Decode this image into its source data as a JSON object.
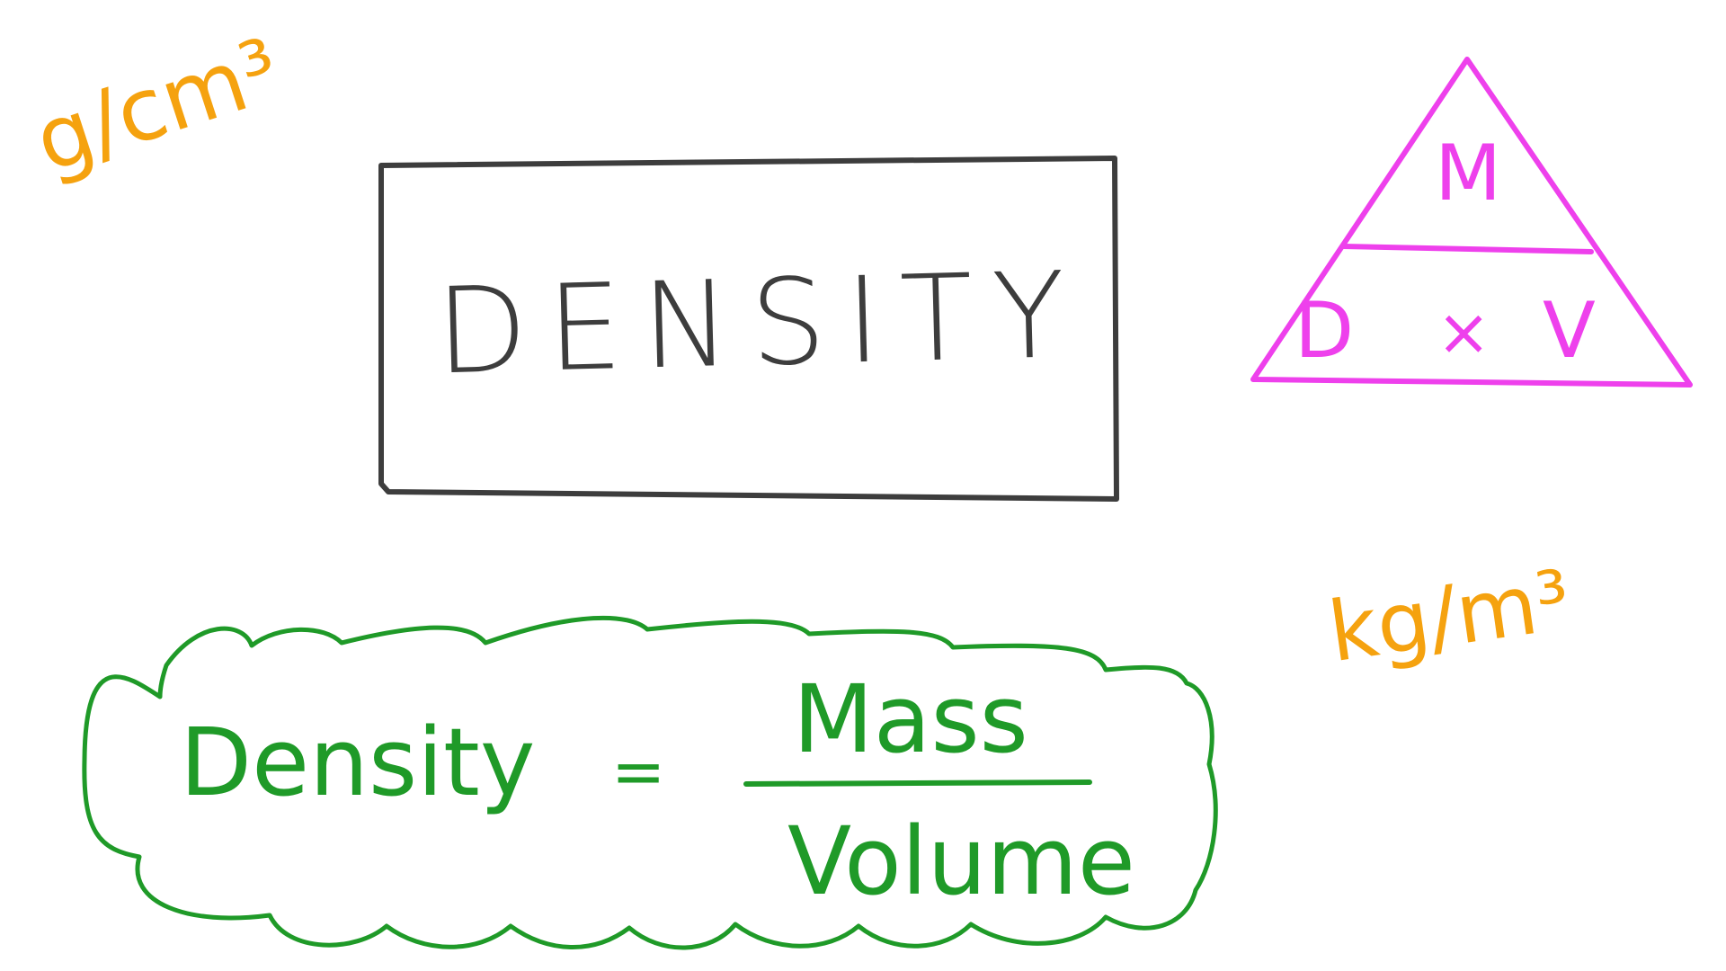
{
  "title": "DENSITY",
  "units": {
    "metric_small": "g/cm³",
    "metric_large": "kg/m³"
  },
  "triangle": {
    "top": "M",
    "bottom_left": "D",
    "bottom_operator": "×",
    "bottom_right": "V"
  },
  "formula": {
    "lhs": "Density",
    "equals": "=",
    "numerator": "Mass",
    "denominator": "Volume"
  },
  "colors": {
    "title": "#3d3d3d",
    "units": "#f5a20f",
    "triangle": "#ee40ec",
    "formula": "#1f9a28"
  }
}
